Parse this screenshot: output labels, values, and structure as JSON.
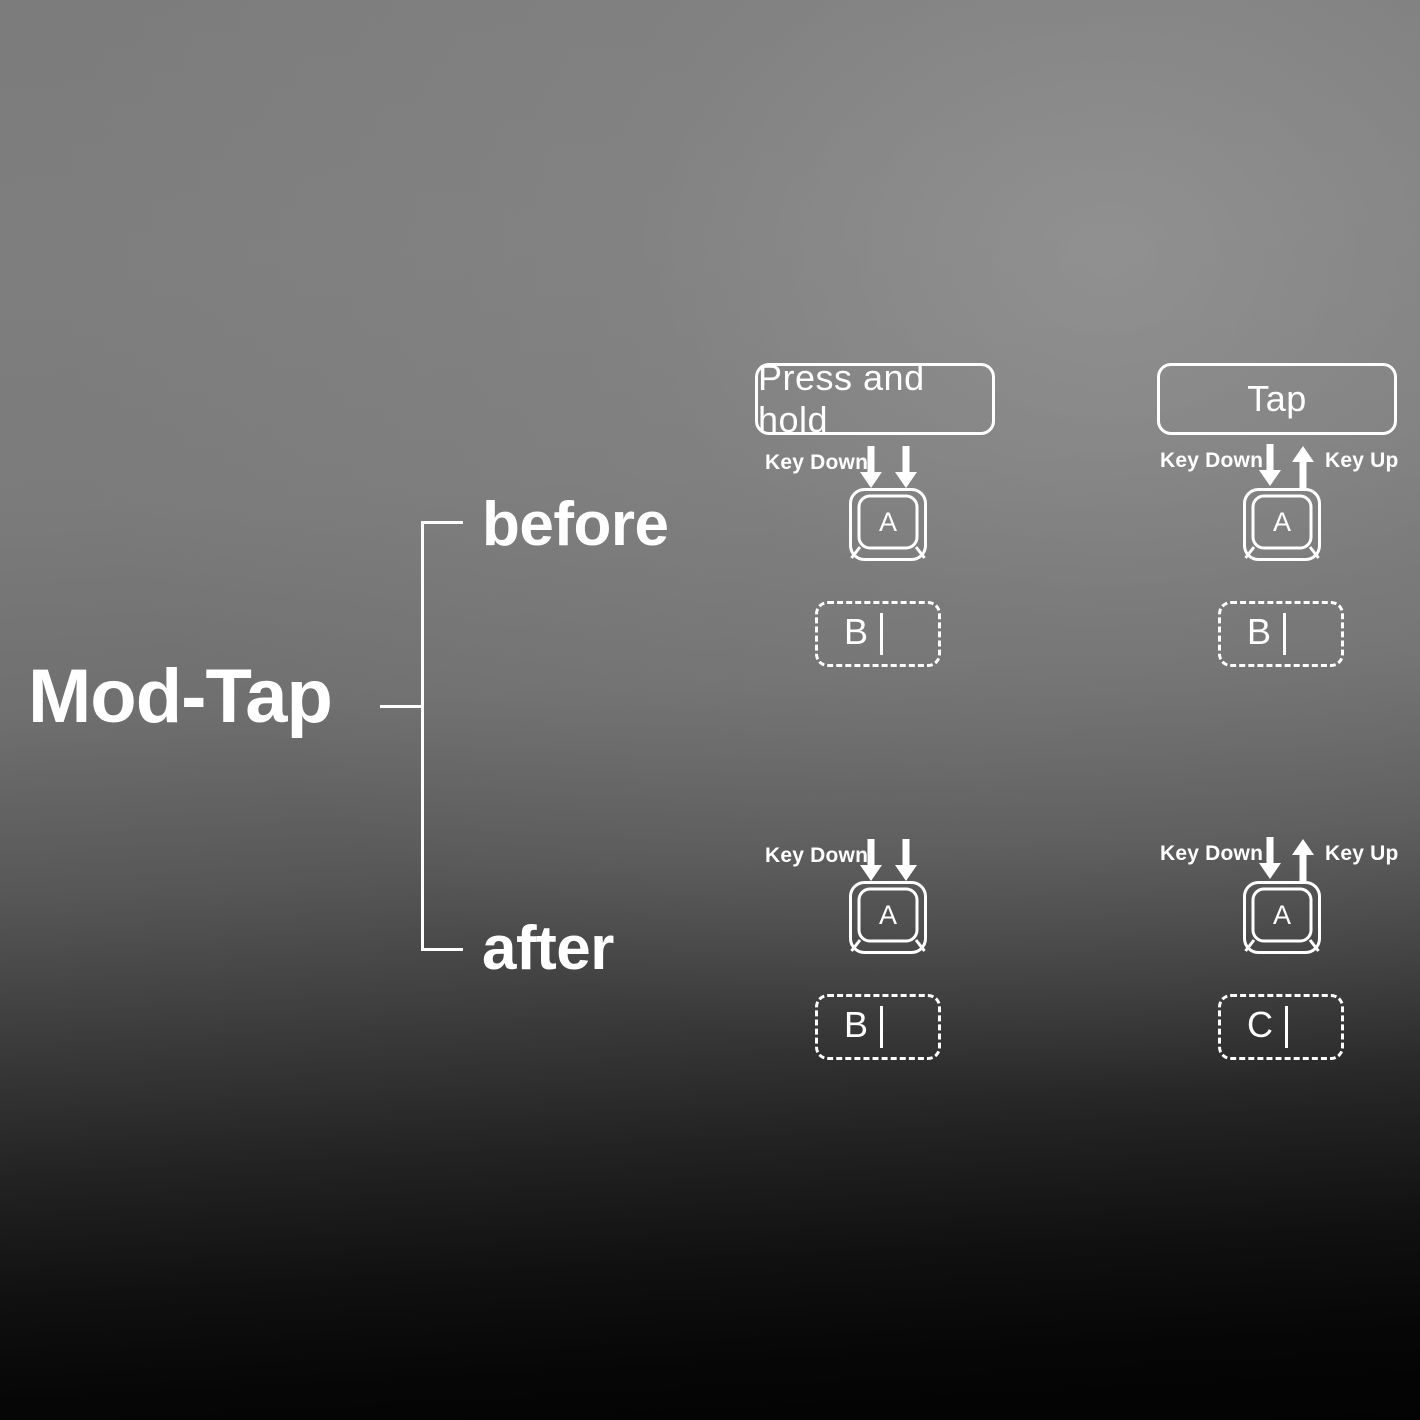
{
  "title": "Mod-Tap",
  "taxonomy": {
    "root_label": "Mod-Tap",
    "branches": [
      {
        "label": "before"
      },
      {
        "label": "after"
      }
    ]
  },
  "columns": [
    {
      "id": "press-and-hold",
      "header": "Press and hold"
    },
    {
      "id": "tap",
      "header": "Tap"
    }
  ],
  "cells": [
    {
      "row": "before",
      "column": "press-and-hold",
      "events": [
        {
          "label": "Key Down",
          "icon": "arrow-down-icon",
          "direction": "down"
        },
        {
          "label": "",
          "icon": "arrow-down-icon",
          "direction": "down"
        }
      ],
      "key": {
        "legend": "A",
        "icon": "keycap-icon"
      },
      "output": {
        "text": "B",
        "caret": true
      }
    },
    {
      "row": "before",
      "column": "tap",
      "events": [
        {
          "label": "Key Down",
          "icon": "arrow-down-icon",
          "direction": "down"
        },
        {
          "label": "Key Up",
          "icon": "arrow-up-icon",
          "direction": "up"
        }
      ],
      "key": {
        "legend": "A",
        "icon": "keycap-icon"
      },
      "output": {
        "text": "B",
        "caret": true
      }
    },
    {
      "row": "after",
      "column": "press-and-hold",
      "events": [
        {
          "label": "Key Down",
          "icon": "arrow-down-icon",
          "direction": "down"
        },
        {
          "label": "",
          "icon": "arrow-down-icon",
          "direction": "down"
        }
      ],
      "key": {
        "legend": "A",
        "icon": "keycap-icon"
      },
      "output": {
        "text": "B",
        "caret": true
      }
    },
    {
      "row": "after",
      "column": "tap",
      "events": [
        {
          "label": "Key Down",
          "icon": "arrow-down-icon",
          "direction": "down"
        },
        {
          "label": "Key Up",
          "icon": "arrow-up-icon",
          "direction": "up"
        }
      ],
      "key": {
        "legend": "A",
        "icon": "keycap-icon"
      },
      "output": {
        "text": "C",
        "caret": true
      }
    }
  ],
  "colors": {
    "stroke": "#ffffff",
    "text": "#ffffff",
    "background_top": "#7c7c7c",
    "background_bottom": "#030303"
  }
}
